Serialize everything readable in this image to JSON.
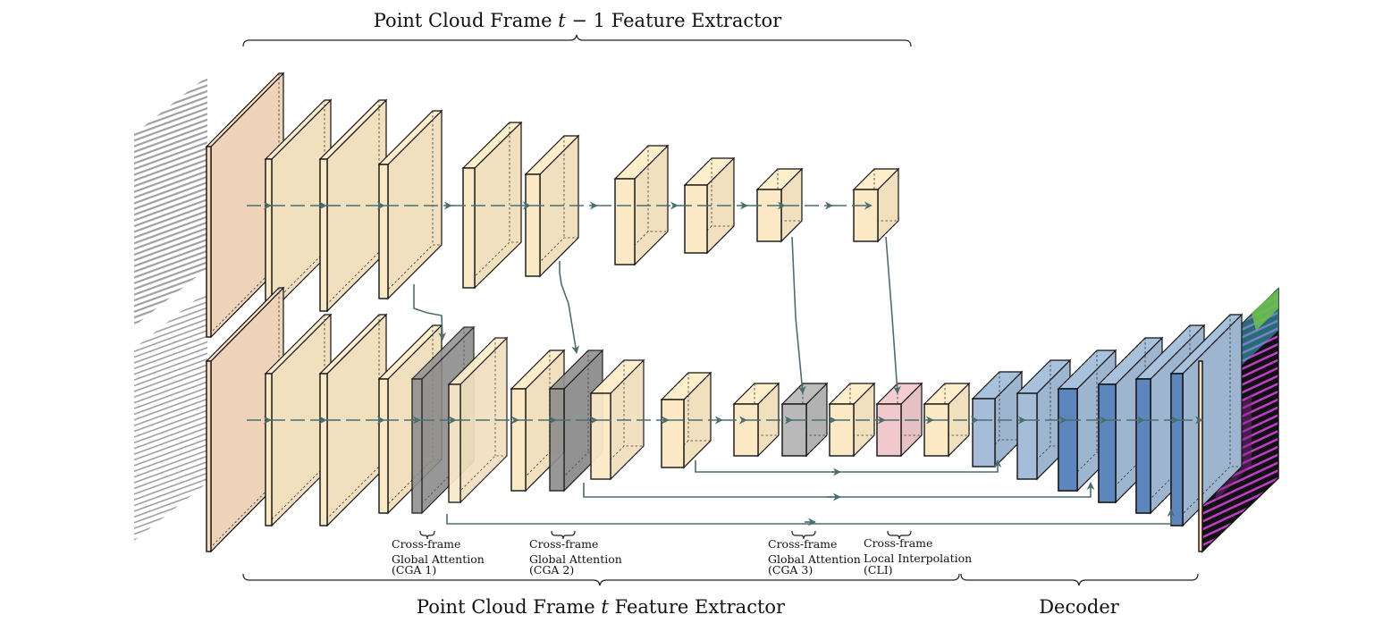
{
  "titles": {
    "top_prefix": "Point Cloud Frame ",
    "top_var": "t",
    "top_suffix": " − 1 Feature Extractor",
    "bottom_prefix": "Point Cloud Frame ",
    "bottom_var": "t",
    "bottom_suffix": " Feature Extractor",
    "decoder": "Decoder"
  },
  "modules": [
    {
      "name": "cga1",
      "line1": "Cross-frame",
      "line2": "Global Attention",
      "line3": "(CGA 1)"
    },
    {
      "name": "cga2",
      "line1": "Cross-frame",
      "line2": "Global Attention",
      "line3": "(CGA 2)"
    },
    {
      "name": "cga3",
      "line1": "Cross-frame",
      "line2": "Global Attention",
      "line3": "(CGA 3)"
    },
    {
      "name": "cli",
      "line1": "Cross-frame",
      "line2": "Local Interpolation",
      "line3": "(CLI)"
    }
  ],
  "colors": {
    "encoder_fill": "#fbe9c6",
    "input_layer_fill": "#f8dcc0",
    "attention_fill": "#8f8f8f",
    "interpolation_fill": "#f0c9cc",
    "decoder_fill": "#a5bdd8",
    "decoder_dark": "#5d86bd",
    "arrow": "#4a6e70"
  }
}
